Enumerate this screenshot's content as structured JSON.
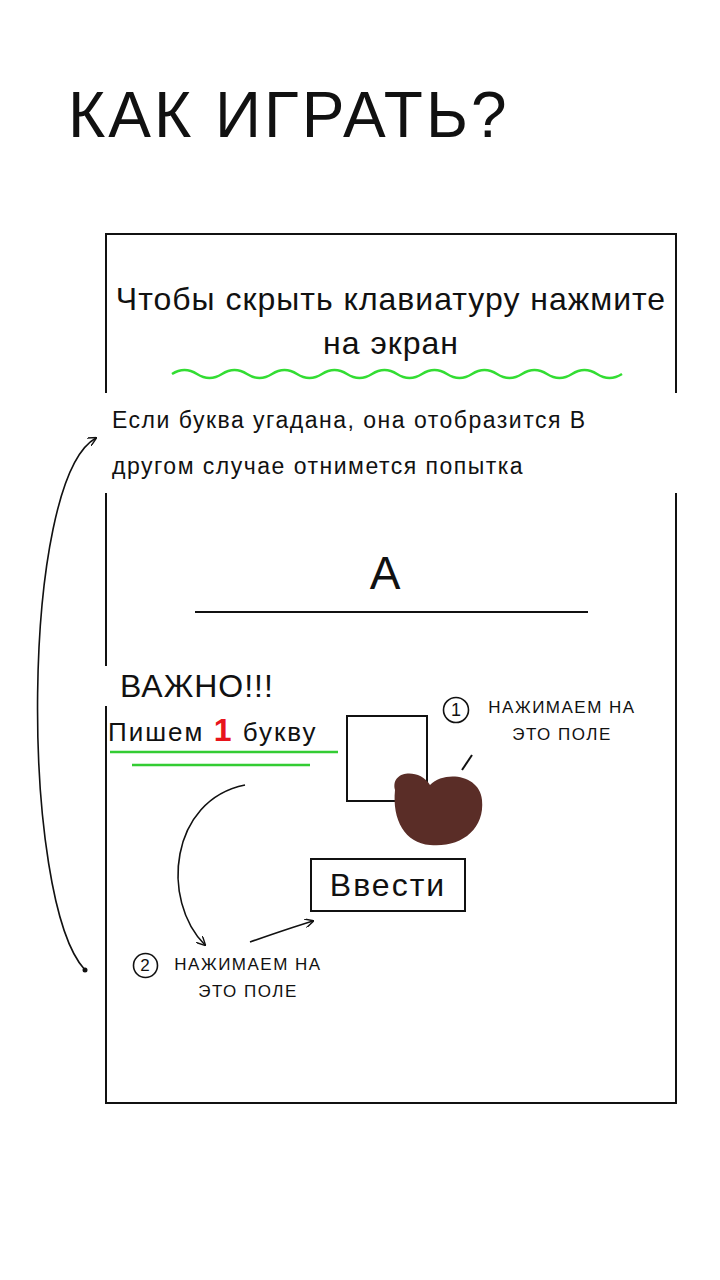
{
  "diagram": {
    "title": "КАК ИГРАТЬ?",
    "nodes": [
      {
        "text": [
          "Чтобы скрыть клавиатуру нажмите на экран",
          "Если буква угадана, она отобразится В другом случае отнимется попытка",
          "А",
          "ВАЖНО!!!",
          "Пишем 1 букву"
        ]
      },
      {
        "text": [
          "1"
        ],
        "in": 0
      },
      {
        "text": [
          "Ввести"
        ],
        "in": 0
      },
      {
        "text": [
          "2"
        ],
        "in": 0
      }
    ],
    "labels": [
      "НАЖИМАЕМ НА ЭТО ПОЛЕ",
      "НАЖИМАЕМ НА ЭТО ПОЛЕ"
    ]
  }
}
